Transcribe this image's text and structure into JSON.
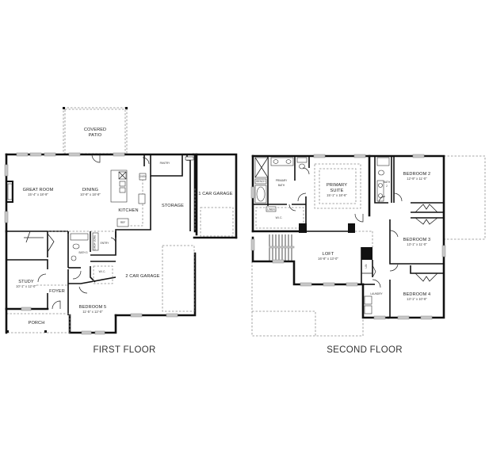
{
  "floors": [
    {
      "title": "FIRST FLOOR",
      "rooms": [
        {
          "name": "COVERED",
          "name2": "PATIO"
        },
        {
          "name": "GREAT ROOM",
          "dim": "15'-4\" x 18'-9\""
        },
        {
          "name": "DINING",
          "dim": "10'-9\" x 18'-9\""
        },
        {
          "name": "KITCHEN"
        },
        {
          "name": "PANTRY"
        },
        {
          "name": "STORAGE"
        },
        {
          "name": "1 CAR GARAGE"
        },
        {
          "name": "2 CAR GARAGE"
        },
        {
          "name": "STUDY",
          "dim": "10'-1\" x 12'-0\""
        },
        {
          "name": "FOYER"
        },
        {
          "name": "PORCH"
        },
        {
          "name": "BATH 3"
        },
        {
          "name": "ENTRY"
        },
        {
          "name": "W.I.C."
        },
        {
          "name": "BEDROOM 5",
          "dim": "11'-5\" x 12'-0\""
        }
      ],
      "small_labels": {
        "ref": "REF",
        "oven": "OVEN",
        "closet": "CLOSET",
        "linen": "LINEN",
        "drop": "DROP ZONE"
      }
    },
    {
      "title": "SECOND FLOOR",
      "rooms": [
        {
          "name": "PRIMARY",
          "name2": "BATH"
        },
        {
          "name": "PRIMARY",
          "name2": "SUITE",
          "dim": "15'-1\" x 18'-6\""
        },
        {
          "name": "W.I.C."
        },
        {
          "name": "BATH",
          "name2": "2"
        },
        {
          "name": "BEDROOM 2",
          "dim": "12'-9\" x 11'-0\""
        },
        {
          "name": "BEDROOM 3",
          "dim": "13'-1\" x 11'-0\""
        },
        {
          "name": "LOFT",
          "dim": "16'-8\" x 13'-0\""
        },
        {
          "name": "LAUNDRY"
        },
        {
          "name": "BEDROOM 4",
          "dim": "13'-1\" x 10'-8\""
        }
      ],
      "small_labels": {
        "bench": "BENCH",
        "linen": "LINEN",
        "lin": "LIN"
      }
    }
  ],
  "colors": {
    "wall": "#111111",
    "window": "#c8c8c8",
    "dashed": "#8a8a8a",
    "background": "#ffffff"
  }
}
